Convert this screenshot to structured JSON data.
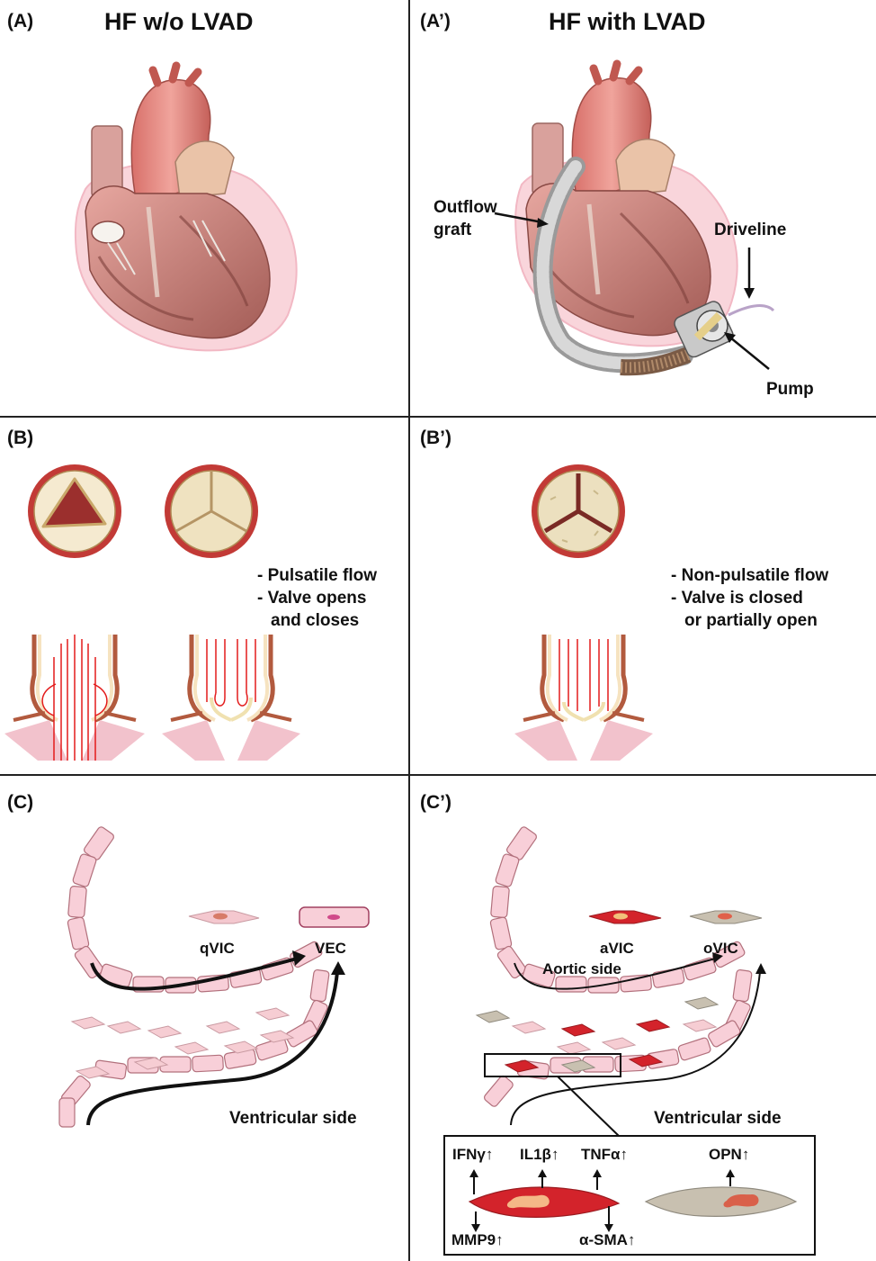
{
  "panels": {
    "a": {
      "label": "(A)",
      "title": "HF w/o LVAD"
    },
    "a_prime": {
      "label": "(A’)",
      "title": "HF with LVAD",
      "callouts": {
        "outflow_1": "Outflow",
        "outflow_2": "graft",
        "driveline": "Driveline",
        "pump": "Pump"
      }
    },
    "b": {
      "label": "(B)",
      "bullets": [
        "- Pulsatile flow",
        "- Valve opens",
        "and closes"
      ]
    },
    "b_prime": {
      "label": "(B’)",
      "bullets": [
        "- Non-pulsatile flow",
        "- Valve is closed",
        "or partially open"
      ]
    },
    "c": {
      "label": "(C)",
      "cells": {
        "qvic": "qVIC",
        "vec": "VEC"
      },
      "side": "Ventricular side"
    },
    "c_prime": {
      "label": "(C’)",
      "cells": {
        "avic": "aVIC",
        "ovic": "oVIC"
      },
      "aortic": "Aortic side",
      "side": "Ventricular side",
      "markers": {
        "ifng": "IFNγ↑",
        "il1b": "IL1β↑",
        "tnfa": "TNFα↑",
        "mmp9": "MMP9↑",
        "asma": "α-SMA↑",
        "opn": "OPN↑"
      }
    }
  },
  "colors": {
    "heart": "#c0706a",
    "tissue": "#f6c9d3",
    "avic": "#d3232b",
    "ovic": "#c8c0b0",
    "flow": "#e31b1b"
  }
}
